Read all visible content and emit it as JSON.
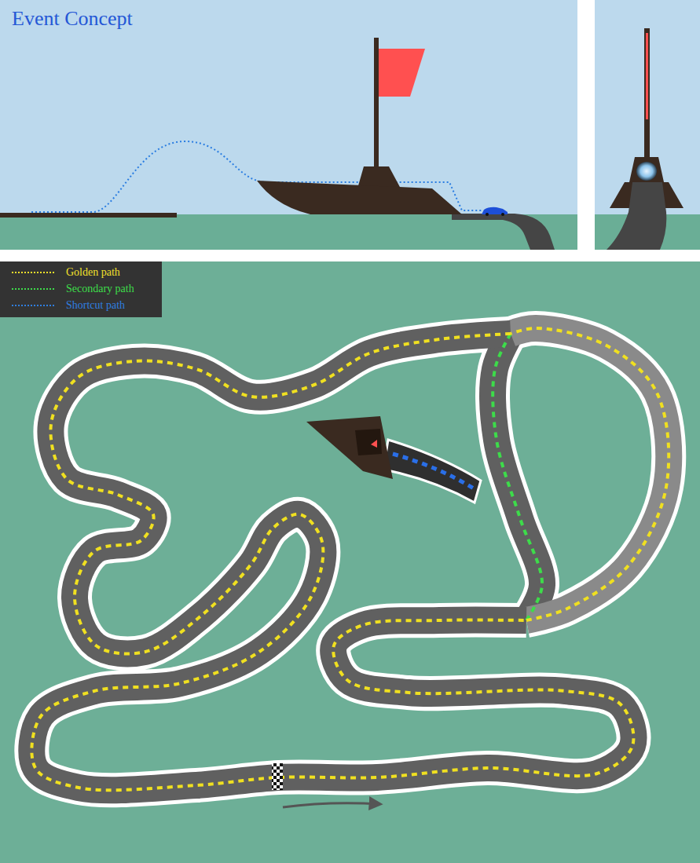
{
  "diagram": {
    "title": "Event Concept",
    "legend": [
      {
        "text": "Golden path"
      },
      {
        "text": "Secondary path"
      },
      {
        "text": "Shortcut path"
      }
    ]
  }
}
